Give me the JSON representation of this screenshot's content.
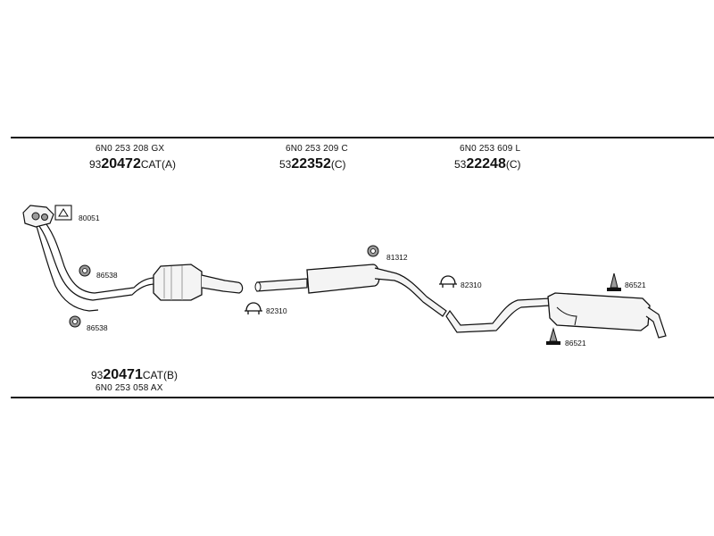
{
  "header_parts": [
    {
      "oe": "6N0 253 208 GX",
      "prefix": "93",
      "number": "20472",
      "suffix": "CAT(A)"
    },
    {
      "oe": "6N0 253 209 C",
      "prefix": "53",
      "number": "22352",
      "suffix": "(C)"
    },
    {
      "oe": "6N0 253 609 L",
      "prefix": "53",
      "number": "22248",
      "suffix": "(C)"
    }
  ],
  "footer_part": {
    "oe": "6N0 253 058 AX",
    "prefix": "93",
    "number": "20471",
    "suffix": "CAT(B)"
  },
  "callouts": {
    "gasket_front": "80051",
    "hanger_front_upper": "86538",
    "hanger_front_lower": "86538",
    "clamp_mid_left": "82310",
    "hanger_mid": "81312",
    "clamp_mid_right": "82310",
    "mount_rear_upper": "86521",
    "mount_rear_lower": "86521"
  },
  "colors": {
    "line": "#111111",
    "fill": "#f4f4f4",
    "shade": "#9a9a9a"
  }
}
